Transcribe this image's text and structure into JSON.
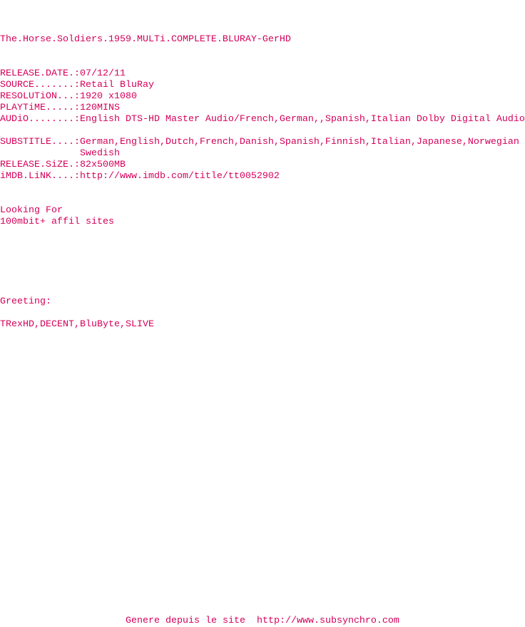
{
  "accent_color": "#d4005a",
  "lines": [
    "",
    "",
    "",
    "The.Horse.Soldiers.1959.MULTi.COMPLETE.BLURAY-GerHD",
    "",
    "",
    "RELEASE.DATE.:07/12/11",
    "SOURCE.......:Retail BluRay",
    "RESOLUTiON...:1920 x1080",
    "PLAYTiME.....:120MINS",
    "AUDiO........:English DTS-HD Master Audio/French,German,,Spanish,Italian Dolby Digital Audio",
    "",
    "SUBSTITLE....:German,English,Dutch,French,Danish,Spanish,Finnish,Italian,Japanese,Norwegian",
    "              Swedish",
    "RELEASE.SiZE.:82x500MB",
    "iMDB.LiNK....:http://www.imdb.com/title/tt0052902",
    "",
    "",
    "Looking For",
    "100mbit+ affil sites",
    "",
    "",
    "",
    "",
    "",
    "",
    "Greeting:",
    "",
    "TRexHD,DECENT,BluByte,SLIVE"
  ],
  "footer": {
    "text": "Genere depuis le site  ",
    "link": "http://www.subsynchro.com"
  }
}
